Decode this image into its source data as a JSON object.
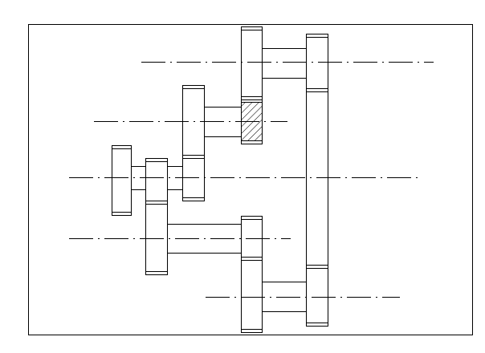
{
  "diagram": {
    "type": "gear-train-schematic",
    "colors": {
      "line": "#000000",
      "background": "#ffffff"
    },
    "shafts": [
      "shaft-1",
      "shaft-2",
      "shaft-3",
      "shaft-4",
      "shaft-5"
    ],
    "gears": [
      "gear-a",
      "gear-b",
      "gear-c",
      "gear-d",
      "gear-e",
      "gear-f-top",
      "gear-f-bottom",
      "gear-g-top",
      "gear-g-bottom"
    ],
    "hatched_gear": "gear-d"
  }
}
